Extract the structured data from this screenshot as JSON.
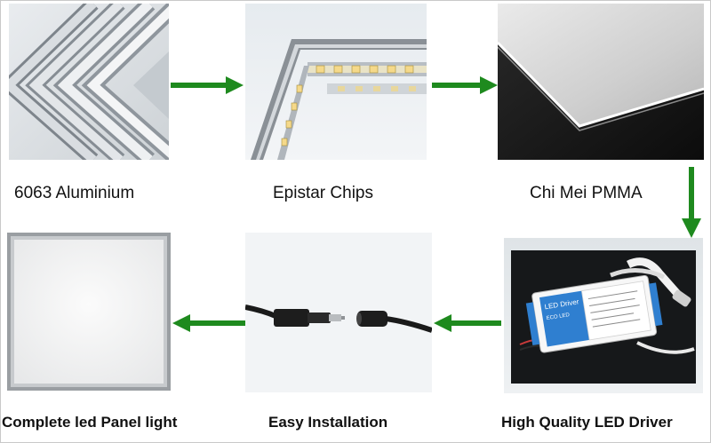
{
  "steps": [
    {
      "label": "6063 Aluminium"
    },
    {
      "label": "Epistar Chips"
    },
    {
      "label": "Chi Mei PMMA"
    },
    {
      "label": "High Quality LED Driver"
    },
    {
      "label": "Easy Installation"
    },
    {
      "label": "Complete led Panel light"
    }
  ],
  "driver_label": {
    "line1": "LED Driver",
    "line2": "ECO LED"
  },
  "colors": {
    "arrow": "#1e8a1e",
    "background": "#ffffff",
    "caption": "#111111"
  },
  "icons": [
    "right-arrow-icon",
    "down-arrow-icon",
    "left-arrow-icon"
  ]
}
